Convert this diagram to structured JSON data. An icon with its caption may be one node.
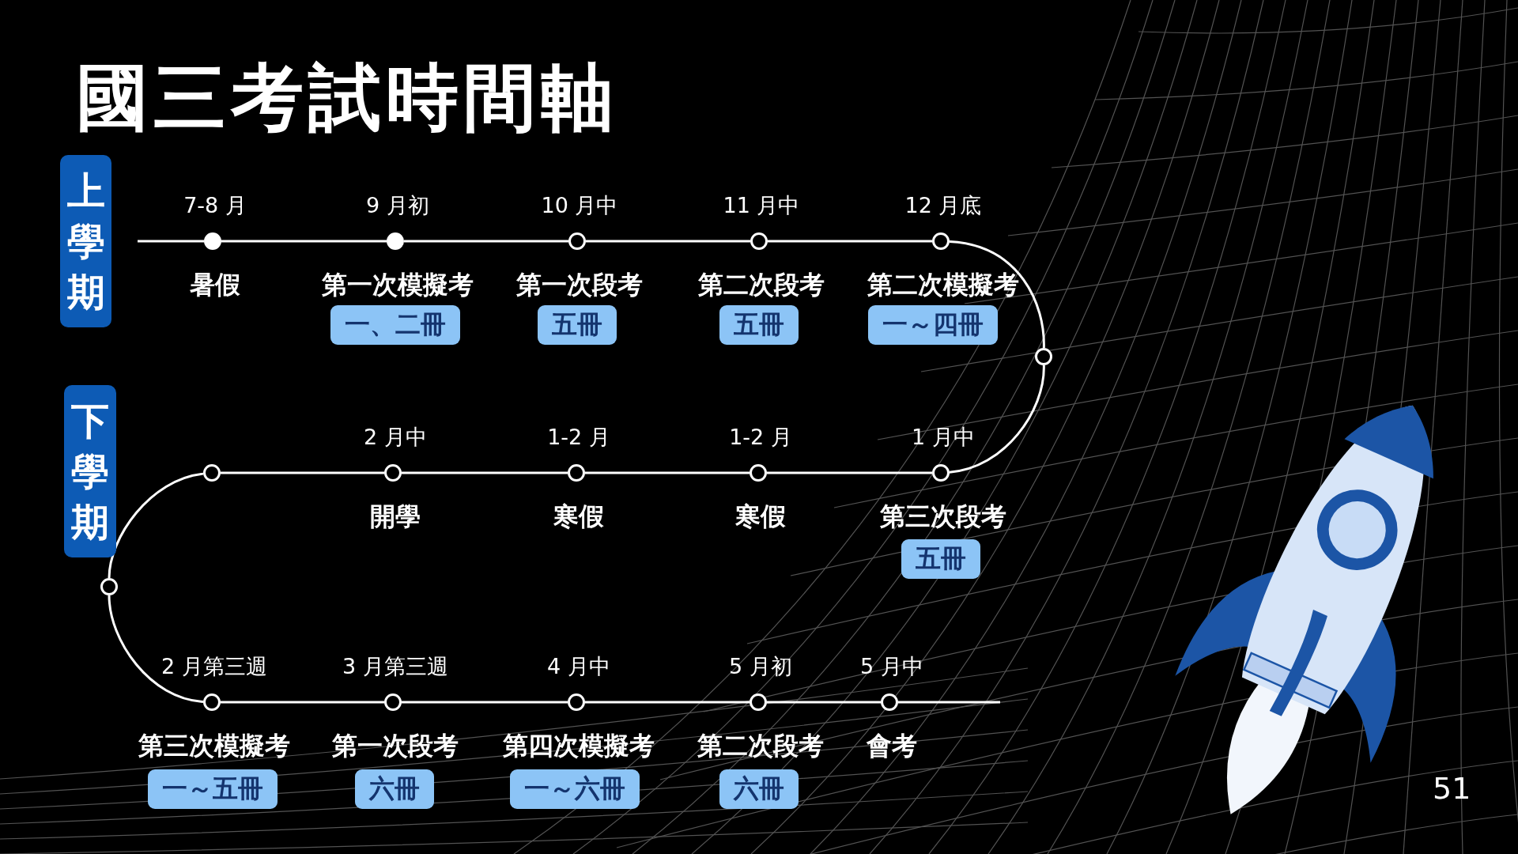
{
  "diagram": {
    "title": "國三考試時間軸",
    "nodes": [
      {
        "text": [
          "上學期"
        ]
      },
      {
        "text": [
          "下學期"
        ]
      },
      {
        "text": [],
        "shape": "dot",
        "beside": [
          "7-8 月",
          "暑假"
        ]
      },
      {
        "text": [],
        "shape": "dot",
        "beside": [
          "9 月初",
          "第一次模擬考"
        ]
      },
      {
        "text": [
          "一、二冊"
        ]
      },
      {
        "text": [],
        "shape": "circle",
        "beside": [
          "10 月中",
          "第一次段考"
        ]
      },
      {
        "text": [
          "五冊"
        ]
      },
      {
        "text": [],
        "shape": "circle",
        "beside": [
          "11 月中",
          "第二次段考"
        ]
      },
      {
        "text": [
          "五冊"
        ]
      },
      {
        "text": [],
        "shape": "circle",
        "beside": [
          "12 月底",
          "第二次模擬考"
        ]
      },
      {
        "text": [
          "一～四冊"
        ]
      },
      {
        "text": [],
        "shape": "circle"
      },
      {
        "text": [],
        "shape": "circle"
      },
      {
        "text": [],
        "shape": "circle",
        "beside": [
          "2 月中",
          "開學"
        ]
      },
      {
        "text": [],
        "shape": "circle",
        "beside": [
          "1-2 月",
          "寒假"
        ]
      },
      {
        "text": [],
        "shape": "circle",
        "beside": [
          "1-2 月",
          "寒假"
        ]
      },
      {
        "text": [],
        "shape": "circle",
        "beside": [
          "1 月中",
          "第三次段考"
        ]
      },
      {
        "text": [
          "五冊"
        ]
      },
      {
        "text": [],
        "shape": "circle"
      },
      {
        "text": [],
        "shape": "circle",
        "beside": [
          "2 月第三週",
          "第三次模擬考"
        ]
      },
      {
        "text": [
          "一～五冊"
        ]
      },
      {
        "text": [],
        "shape": "circle",
        "beside": [
          "3 月第三週",
          "第一次段考"
        ]
      },
      {
        "text": [
          "六冊"
        ]
      },
      {
        "text": [],
        "shape": "circle",
        "beside": [
          "4 月中",
          "第四次模擬考"
        ]
      },
      {
        "text": [
          "一～六冊"
        ]
      },
      {
        "text": [],
        "shape": "circle",
        "beside": [
          "5 月初",
          "第二次段考"
        ]
      },
      {
        "text": [
          "六冊"
        ]
      },
      {
        "text": [],
        "shape": "circle",
        "beside": [
          "5 月中",
          "會考"
        ]
      }
    ],
    "edges": [
      {
        "from": null,
        "to": 2,
        "arrow": "none"
      },
      {
        "from": 2,
        "to": 3,
        "arrow": "none"
      },
      {
        "from": 3,
        "to": 5,
        "arrow": "none"
      },
      {
        "from": 5,
        "to": 7,
        "arrow": "none"
      },
      {
        "from": 7,
        "to": 9,
        "arrow": "none"
      },
      {
        "from": 9,
        "to": 11,
        "arrow": "none"
      },
      {
        "from": 11,
        "to": 16,
        "arrow": "none"
      },
      {
        "from": 16,
        "to": 15,
        "arrow": "none"
      },
      {
        "from": 15,
        "to": 14,
        "arrow": "none"
      },
      {
        "from": 14,
        "to": 13,
        "arrow": "none"
      },
      {
        "from": 13,
        "to": 12,
        "arrow": "none"
      },
      {
        "from": 12,
        "to": 18,
        "arrow": "none"
      },
      {
        "from": 18,
        "to": 19,
        "arrow": "none"
      },
      {
        "from": 19,
        "to": 21,
        "arrow": "none"
      },
      {
        "from": 21,
        "to": 23,
        "arrow": "none"
      },
      {
        "from": 23,
        "to": 25,
        "arrow": "none"
      },
      {
        "from": 25,
        "to": 27,
        "arrow": "none"
      },
      {
        "from": 27,
        "to": null,
        "arrow": "none"
      }
    ],
    "labels": [
      "51"
    ]
  }
}
